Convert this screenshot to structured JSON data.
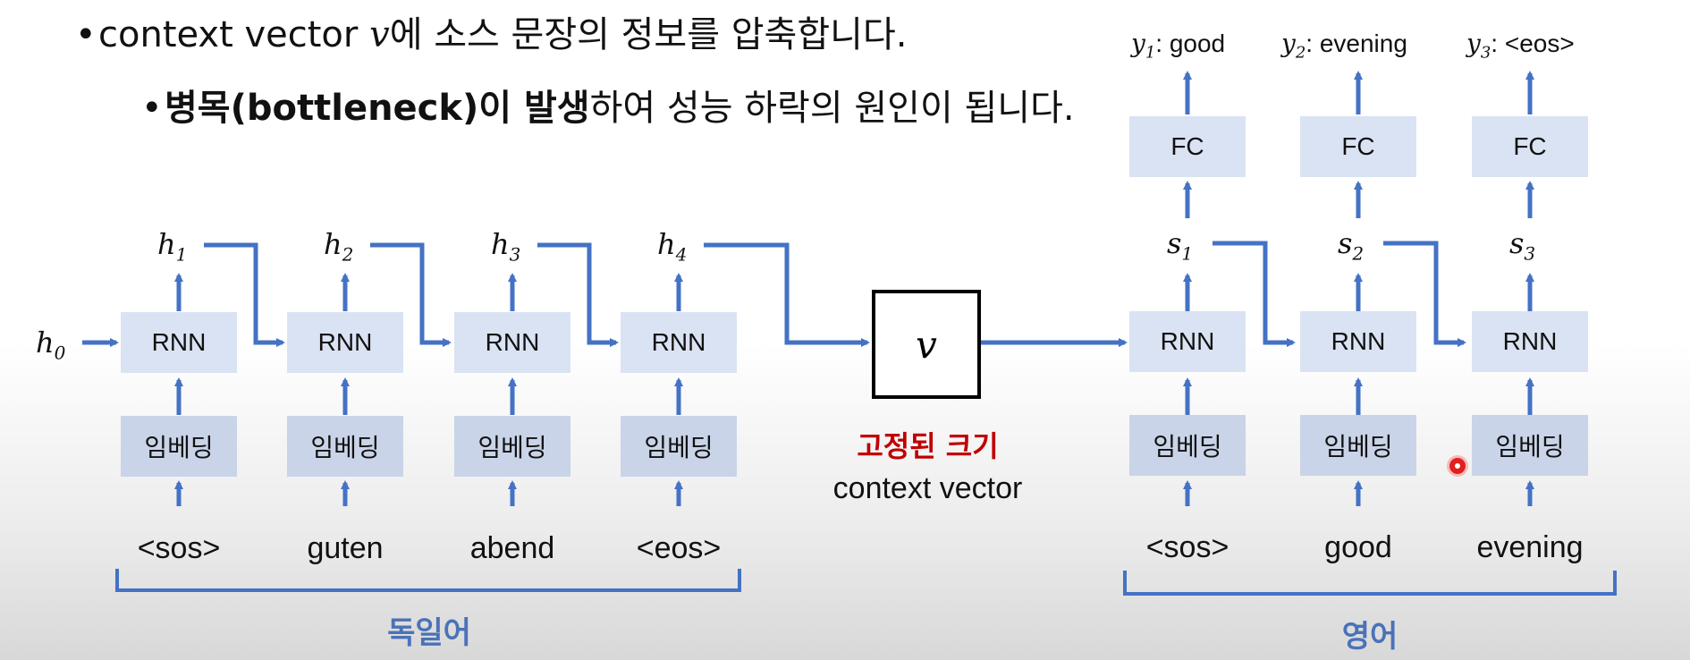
{
  "bullets": {
    "line1_prefix": "context vector ",
    "line1_var": "v",
    "line1_suffix": "에 소스 문장의 정보를 압축합니다.",
    "line2_bold": "병목(bottleneck)이 발생",
    "line2_rest": "하여 성능 하락의 원인이 됩니다."
  },
  "encoder": {
    "h0": "h",
    "h0_sub": "0",
    "hidden": [
      {
        "base": "h",
        "sub": "1"
      },
      {
        "base": "h",
        "sub": "2"
      },
      {
        "base": "h",
        "sub": "3"
      },
      {
        "base": "h",
        "sub": "4"
      }
    ],
    "rnn_label": "RNN",
    "embed_label": "임베딩",
    "tokens": [
      "<sos>",
      "guten",
      "abend",
      "<eos>"
    ],
    "language": "독일어"
  },
  "context": {
    "var": "v",
    "caption_red": "고정된 크기",
    "caption": "context vector"
  },
  "decoder": {
    "hidden": [
      {
        "base": "s",
        "sub": "1"
      },
      {
        "base": "s",
        "sub": "2"
      },
      {
        "base": "s",
        "sub": "3"
      }
    ],
    "rnn_label": "RNN",
    "embed_label": "임베딩",
    "fc_label": "FC",
    "outputs": [
      {
        "var": "y",
        "sub": "1",
        "text": ": good"
      },
      {
        "var": "y",
        "sub": "2",
        "text": ": evening"
      },
      {
        "var": "y",
        "sub": "3",
        "text": ": <eos>"
      }
    ],
    "tokens": [
      "<sos>",
      "good",
      "evening"
    ],
    "language": "영어"
  },
  "colors": {
    "arrow": "#4472c4",
    "rnn_box": "#dae3f3",
    "embed_box": "#c9d4e8",
    "highlight": "#c00000"
  }
}
